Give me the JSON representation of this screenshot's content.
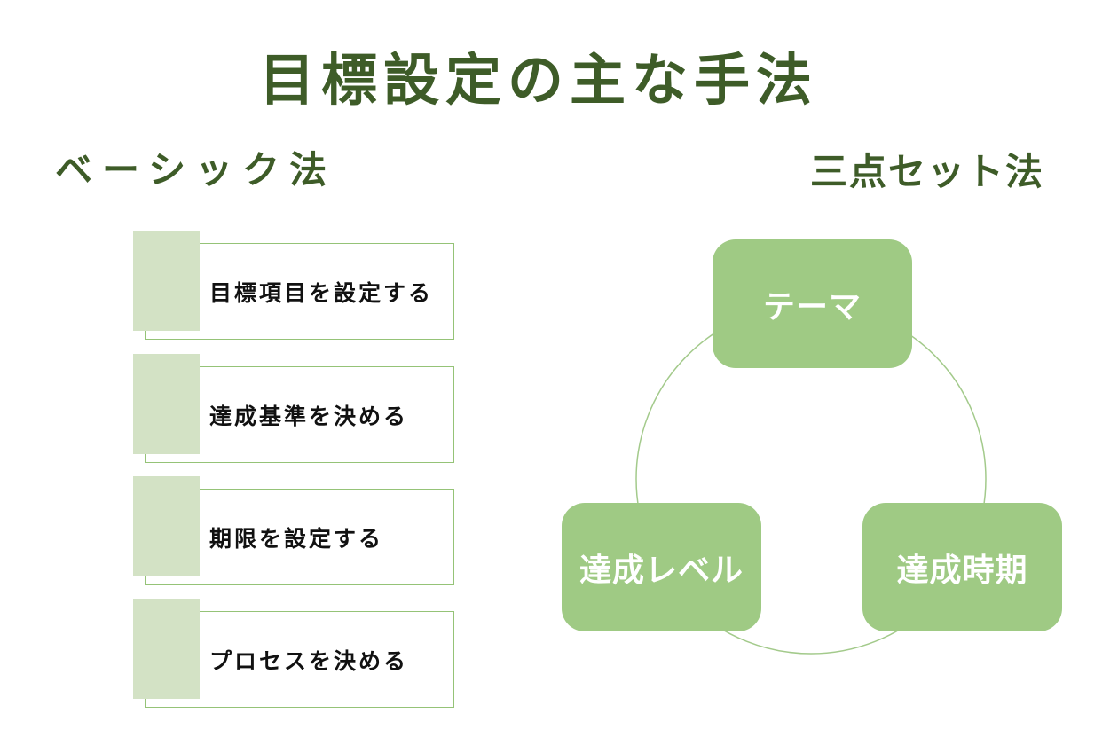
{
  "title": "目標設定の主な手法",
  "basic": {
    "heading": "ベーシック法",
    "steps": [
      {
        "label": "目標項目を設定する"
      },
      {
        "label": "達成基準を決める"
      },
      {
        "label": "期限を設定する"
      },
      {
        "label": "プロセスを決める"
      }
    ]
  },
  "three_point": {
    "heading": "三点セット法",
    "nodes": [
      {
        "label": "テーマ"
      },
      {
        "label": "達成レベル"
      },
      {
        "label": "達成時期"
      }
    ]
  },
  "colors": {
    "dark_green": "#3e5c28",
    "node_green": "#9fca84",
    "tab_green": "#d3e2c5",
    "border_green": "#95c377",
    "circle_green": "#a3ca8b",
    "text_black": "#111111"
  }
}
